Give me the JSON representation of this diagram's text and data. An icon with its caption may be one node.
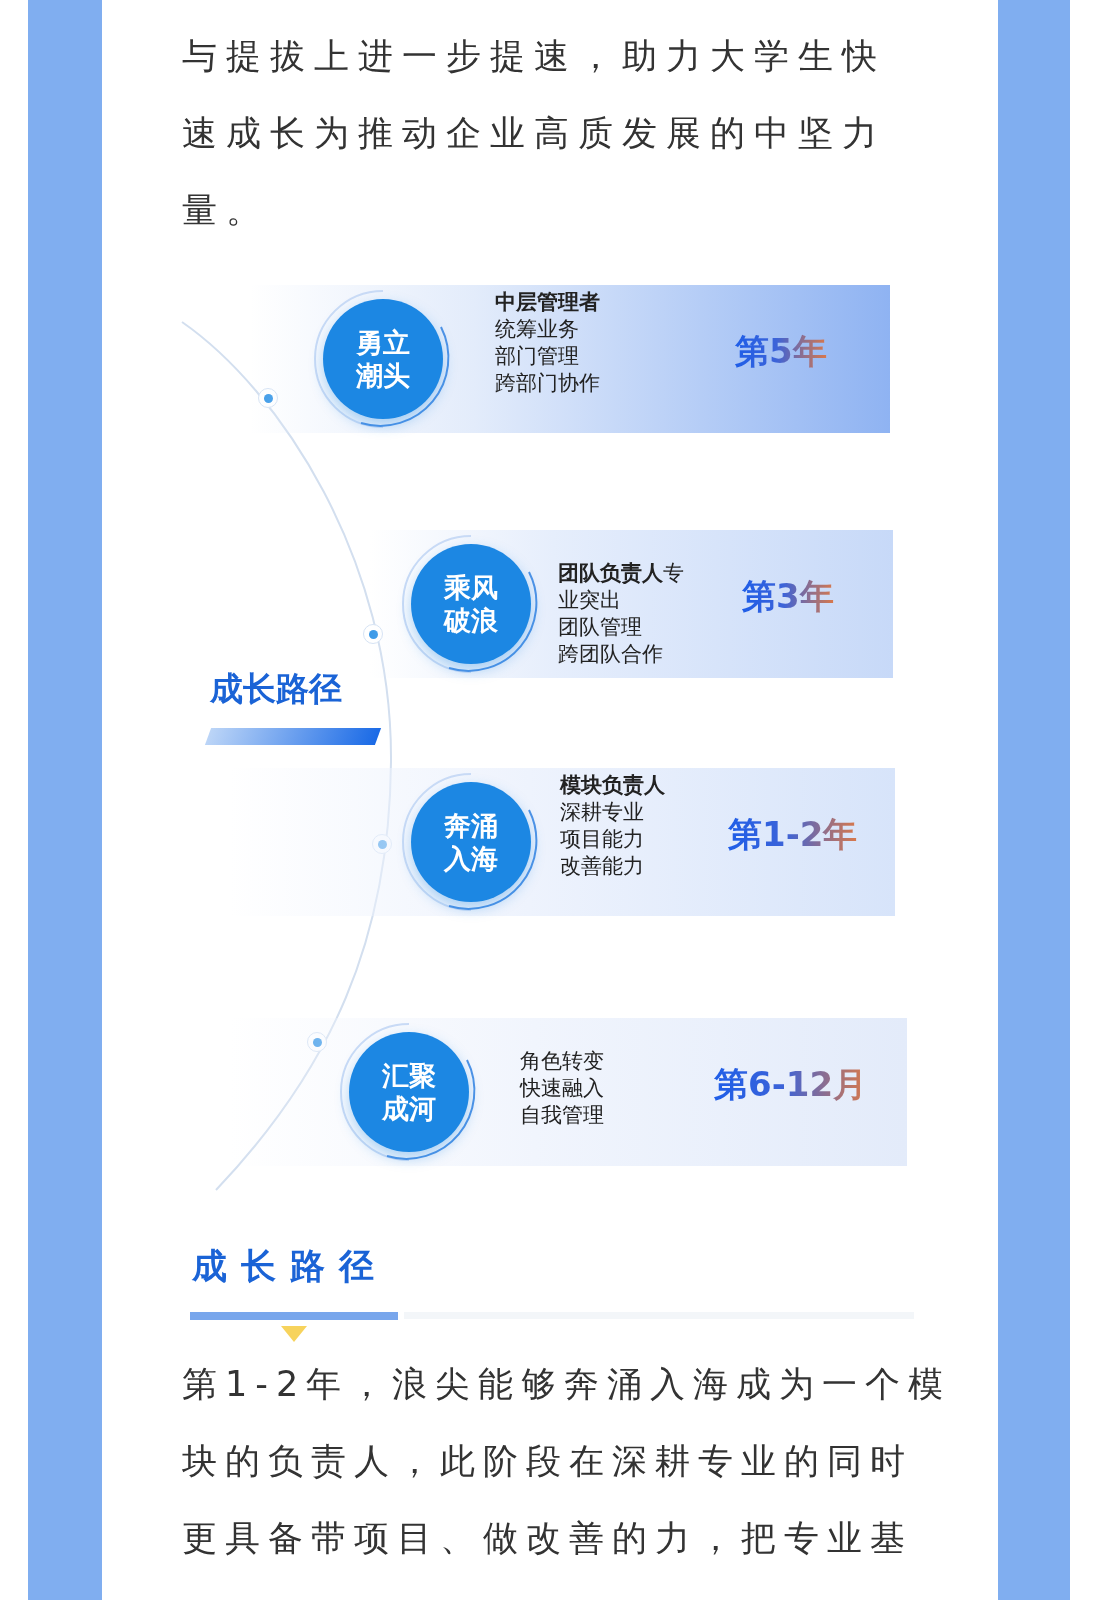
{
  "diagram": {
    "nodes": [
      {
        "text": [
          "中层管理者",
          "统筹业务",
          "部门管理",
          "跨部门协作",
          "第5年"
        ]
      },
      {
        "text": [
          "勇立潮头"
        ],
        "in": 0
      },
      {
        "text": [
          "**团队负责人**专业突出",
          "团队管理",
          "跨团队合作",
          "第3年"
        ]
      },
      {
        "text": [
          "乘风破浪"
        ],
        "in": 2
      },
      {
        "text": [
          "模块负责人",
          "深耕专业",
          "项目能力",
          "改善能力",
          "第1-2年"
        ]
      },
      {
        "text": [
          "奔涌入海"
        ],
        "in": 4
      },
      {
        "text": [
          "角色转变",
          "快速融入",
          "自我管理",
          "第6-12月"
        ]
      },
      {
        "text": [
          "汇聚成河"
        ],
        "in": 6
      }
    ],
    "labels": [
      "与提拔上进一步提速，助力大学生快速成长为推动企业高质发展的中坚力量。",
      "成长路径",
      "成长路径",
      "第1-2年，浪尖能够奔涌入海成为一个模块的负责人，此阶段在深耕专业的同时更具备带项目、做改善的力，把专业基"
    ]
  }
}
